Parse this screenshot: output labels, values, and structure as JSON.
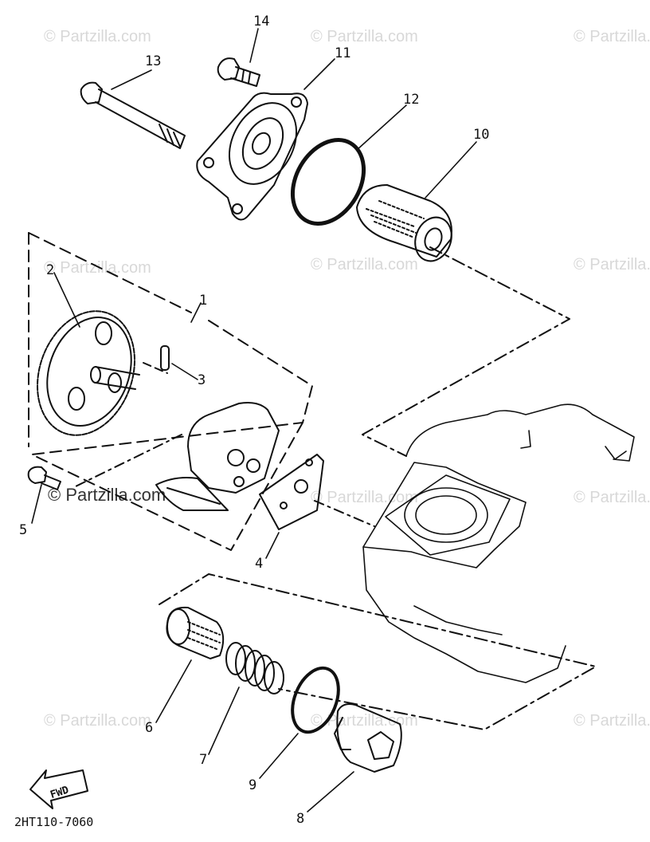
{
  "watermark": "© Partzilla.com",
  "drawing_code": "2HT110-7060",
  "direction_label": "FWD",
  "callouts": [
    "1",
    "2",
    "3",
    "4",
    "5",
    "6",
    "7",
    "8",
    "9",
    "10",
    "11",
    "12",
    "13",
    "14"
  ]
}
